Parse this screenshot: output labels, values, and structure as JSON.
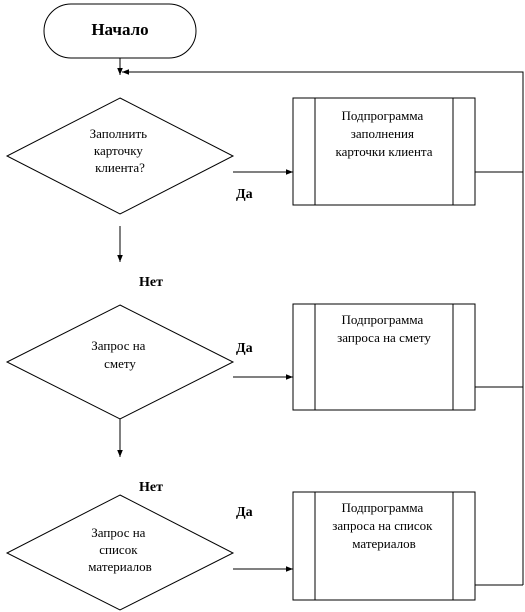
{
  "start": {
    "label": "Начало"
  },
  "decisions": [
    {
      "lines": [
        "Заполнить",
        "карточку",
        "клиента?"
      ],
      "yes": "Да",
      "no": "Нет"
    },
    {
      "lines": [
        "Запрос на",
        "смету"
      ],
      "yes": "Да",
      "no": "Нет"
    },
    {
      "lines": [
        "Запрос на",
        "список",
        "материалов"
      ],
      "yes": "Да"
    }
  ],
  "subroutines": [
    {
      "lines": [
        "Подпрограмма",
        "заполнения",
        "карточки клиента"
      ]
    },
    {
      "lines": [
        "Подпрограмма",
        "запроса на смету"
      ]
    },
    {
      "lines": [
        "Подпрограмма",
        "запроса на список",
        "материалов"
      ]
    }
  ]
}
